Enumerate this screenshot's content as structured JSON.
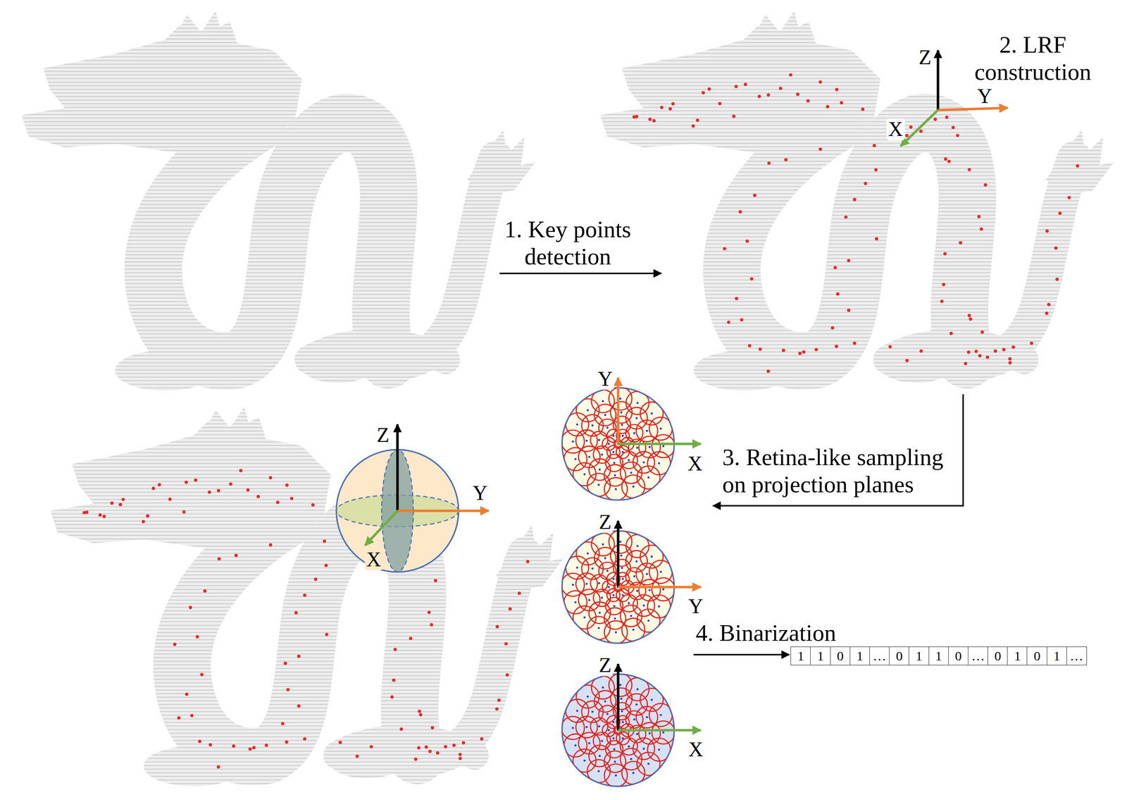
{
  "diagram": {
    "labels": [
      "Z",
      "2. LRF construction",
      "Y",
      "X",
      "1. Key points detection",
      "Y",
      "X",
      "3. Retina-like sampling on projection planes",
      "Z",
      "Y",
      "Z",
      "X",
      "Y",
      "4. Binarization",
      "Z",
      "X",
      "1",
      "1",
      "0",
      "1",
      "…",
      "0",
      "1",
      "1",
      "0",
      "…",
      "0",
      "1",
      "0",
      "1",
      "…"
    ]
  }
}
